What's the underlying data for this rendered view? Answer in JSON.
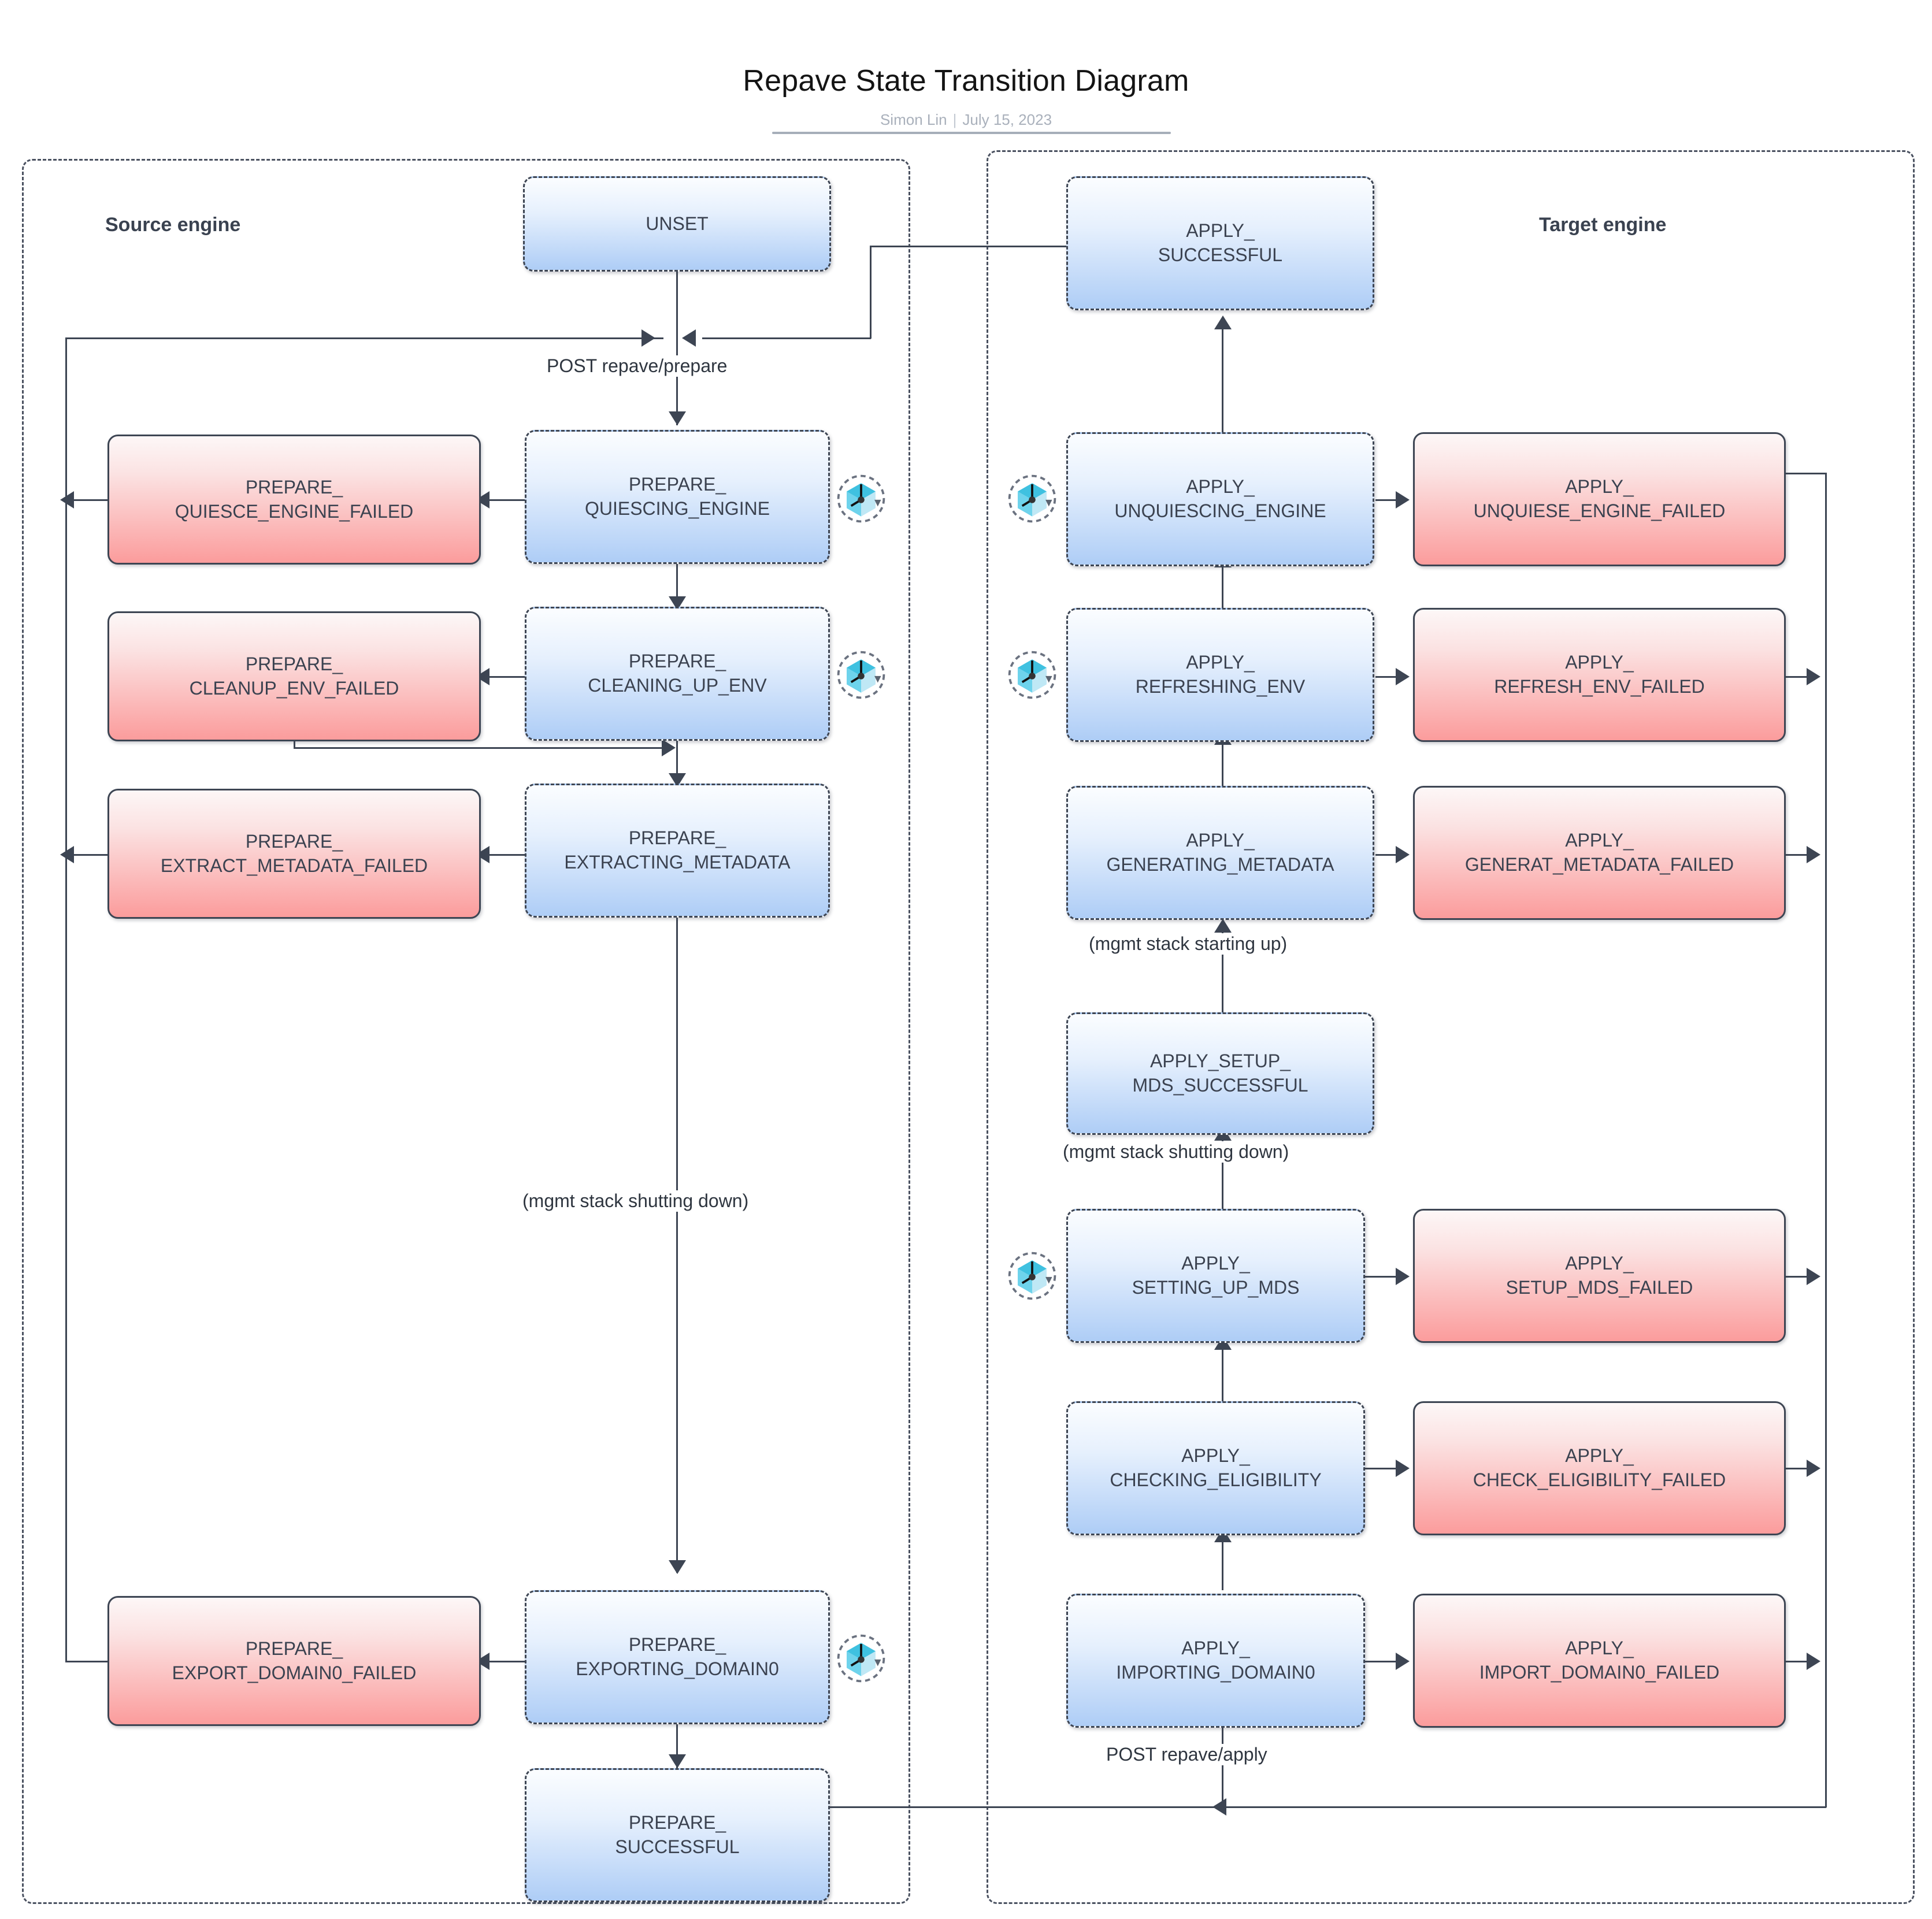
{
  "header": {
    "title": "Repave State Transition Diagram",
    "author": "Simon Lin",
    "separator": "|",
    "date": "July 15, 2023"
  },
  "lanes": {
    "source": {
      "title": "Source engine"
    },
    "target": {
      "title": "Target engine"
    }
  },
  "edge_labels": {
    "post_prepare": "POST repave/prepare",
    "post_apply": "POST repave/apply",
    "mgmt_shutting_down_source": "(mgmt stack shutting down)",
    "mgmt_starting_up": "(mgmt stack starting up)",
    "mgmt_shutting_down_target": "(mgmt stack shutting down)"
  },
  "icons": {
    "retry": "retry-clock-cube-icon"
  },
  "colors": {
    "ok_border": "#3d4553",
    "ok_fill_top": "#fbfdff",
    "ok_fill_bottom": "#aecdf6",
    "fail_border": "#3d4553",
    "fail_fill_top": "#fdf7f7",
    "fail_fill_bottom": "#fb9c9c",
    "edge": "#3d4553",
    "lane_border": "#4a5160",
    "title": "#141414",
    "byline": "#a9b0bb"
  },
  "states": {
    "unset": "UNSET",
    "prepare_quiescing_engine": "PREPARE_\nQUIESCING_ENGINE",
    "prepare_quiesce_engine_failed": "PREPARE_\nQUIESCE_ENGINE_FAILED",
    "prepare_cleaning_up_env": "PREPARE_\nCLEANING_UP_ENV",
    "prepare_cleanup_env_failed": "PREPARE_\nCLEANUP_ENV_FAILED",
    "prepare_extracting_metadata": "PREPARE_\nEXTRACTING_METADATA",
    "prepare_extract_metadata_failed": "PREPARE_\nEXTRACT_METADATA_FAILED",
    "prepare_exporting_domain0": "PREPARE_\nEXPORTING_DOMAIN0",
    "prepare_export_domain0_failed": "PREPARE_\nEXPORT_DOMAIN0_FAILED",
    "prepare_successful": "PREPARE_\nSUCCESSFUL",
    "apply_successful": "APPLY_\nSUCCESSFUL",
    "apply_unquiescing_engine": "APPLY_\nUNQUIESCING_ENGINE",
    "apply_unquiese_engine_failed": "APPLY_\nUNQUIESE_ENGINE_FAILED",
    "apply_refreshing_env": "APPLY_\nREFRESHING_ENV",
    "apply_refresh_env_failed": "APPLY_\nREFRESH_ENV_FAILED",
    "apply_generating_metadata": "APPLY_\nGENERATING_METADATA",
    "apply_generat_metadata_failed": "APPLY_\nGENERAT_METADATA_FAILED",
    "apply_setup_mds_successful": "APPLY_SETUP_\nMDS_SUCCESSFUL",
    "apply_setting_up_mds": "APPLY_\nSETTING_UP_MDS",
    "apply_setup_mds_failed": "APPLY_\nSETUP_MDS_FAILED",
    "apply_checking_eligibility": "APPLY_\nCHECKING_ELIGIBILITY",
    "apply_check_eligibility_failed": "APPLY_\nCHECK_ELIGIBILITY_FAILED",
    "apply_importing_domain0": "APPLY_\nIMPORTING_DOMAIN0",
    "apply_import_domain0_failed": "APPLY_\nIMPORT_DOMAIN0_FAILED"
  }
}
